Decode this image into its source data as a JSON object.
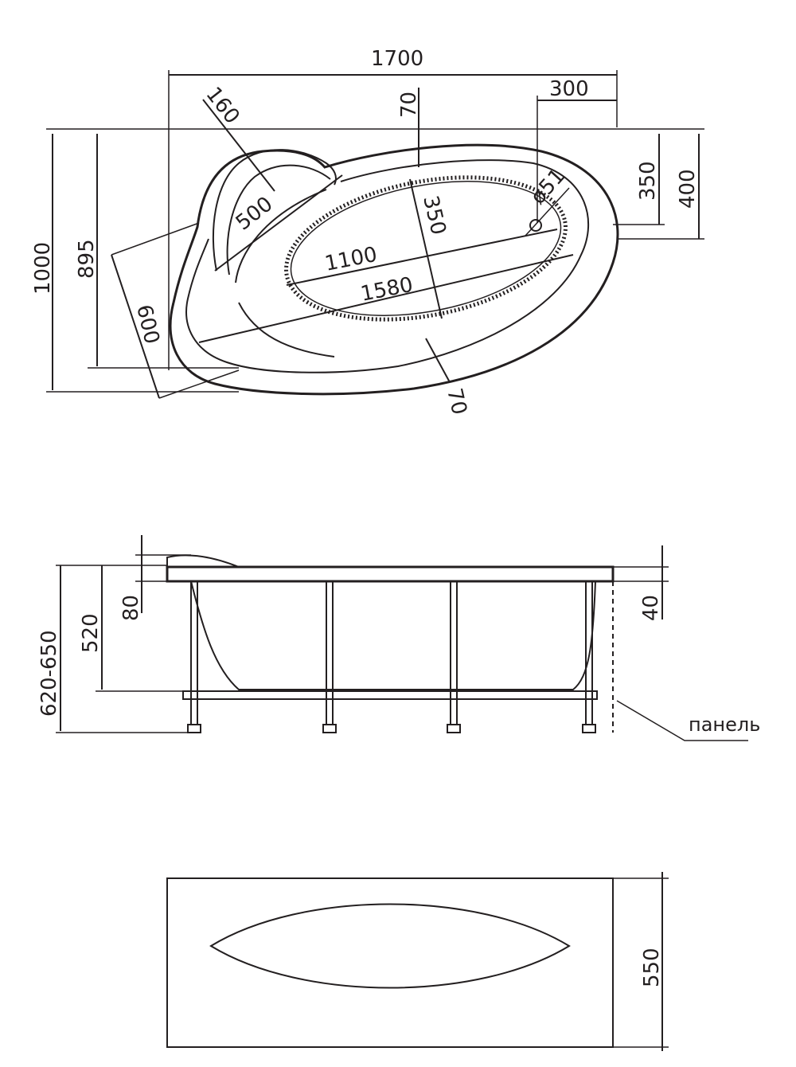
{
  "top_view": {
    "overall_length": "1700",
    "overall_width": "1000",
    "inner_width": "895",
    "headrest_radius": "160",
    "headrest_width": "500",
    "rim_top": "70",
    "rim_bottom": "70",
    "drain_offset": "300",
    "drain_depth_1": "350",
    "drain_depth_2": "400",
    "drain_diameter": "ø51",
    "bowl_width": "350",
    "bowl_inner_length": "1100",
    "bowl_outer_length": "1580",
    "side_width": "600"
  },
  "side_view": {
    "total_height": "620-650",
    "bath_depth": "520",
    "headrest_height": "80",
    "rim_height": "40",
    "panel_label": "панель"
  },
  "panel_view": {
    "panel_height": "550"
  }
}
